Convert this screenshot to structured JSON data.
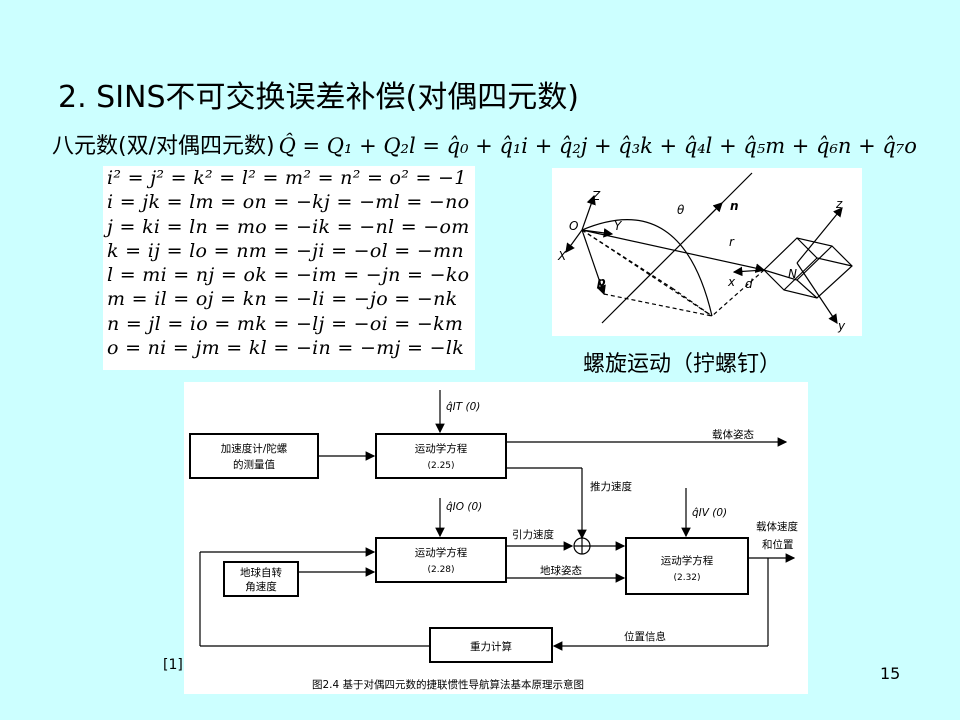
{
  "slide": {
    "title": "2. SINS不可交换误差补偿(对偶四元数)",
    "octonion_label": "八元数(双/对偶四元数)",
    "octonion_formula": "Q̂ = Q₁ + Q₂l  = q̂₀ + q̂₁i + q̂₂j + q̂₃k + q̂₄l + q̂₅m + q̂₆n + q̂₇o",
    "reference_mark": "[1]",
    "page_number": "15"
  },
  "multiplication_rules": [
    "i² = j² = k² = l² = m² = n² = o² = −1",
    "i = jk = lm = on = −kj = −ml = −no",
    "j = ki = ln = mo = −ik = −nl = −om",
    "k = ij = lo = nm = −ji = −ol = −mn",
    "l = mi = nj = ok = −im = −jn = −ko",
    "m = il = oj = kn = −li = −jo = −nk",
    "n = jl = io = mk = −lj = −oi = −km",
    "o = ni = jm = kl = −in = −mj = −lk"
  ],
  "screw_figure": {
    "caption": "螺旋运动（拧螺钉）",
    "labels": {
      "Z": "Z",
      "O": "O",
      "Y": "Y",
      "X": "X",
      "theta": "θ",
      "n": "n",
      "r": "r",
      "p": "p",
      "x": "x",
      "d": "d",
      "N": "N",
      "z": "z",
      "y": "y"
    }
  },
  "block_diagram": {
    "boxes": {
      "accel_gyro": [
        "加速度计/陀螺",
        "的测量值"
      ],
      "kinematics1": [
        "运动学方程",
        "(2.25)"
      ],
      "kinematics2": [
        "运动学方程",
        "(2.28)"
      ],
      "kinematics3": [
        "运动学方程",
        "(2.32)"
      ],
      "earth_rate": [
        "地球自转",
        "角速度"
      ],
      "gravity": "重力计算"
    },
    "signals": {
      "q_IT": "q̂IT (0)",
      "q_IO": "q̂IO (0)",
      "q_IV": "q̂IV (0)",
      "carrier_attitude": "载体姿态",
      "thrust_velocity": "推力速度",
      "gravity_velocity": "引力速度",
      "earth_attitude": "地球姿态",
      "carrier_velocity": [
        "载体速度",
        "和位置"
      ],
      "position_info": "位置信息"
    },
    "caption": "图2.4   基于对偶四元数的捷联惯性导航算法基本原理示意图"
  }
}
